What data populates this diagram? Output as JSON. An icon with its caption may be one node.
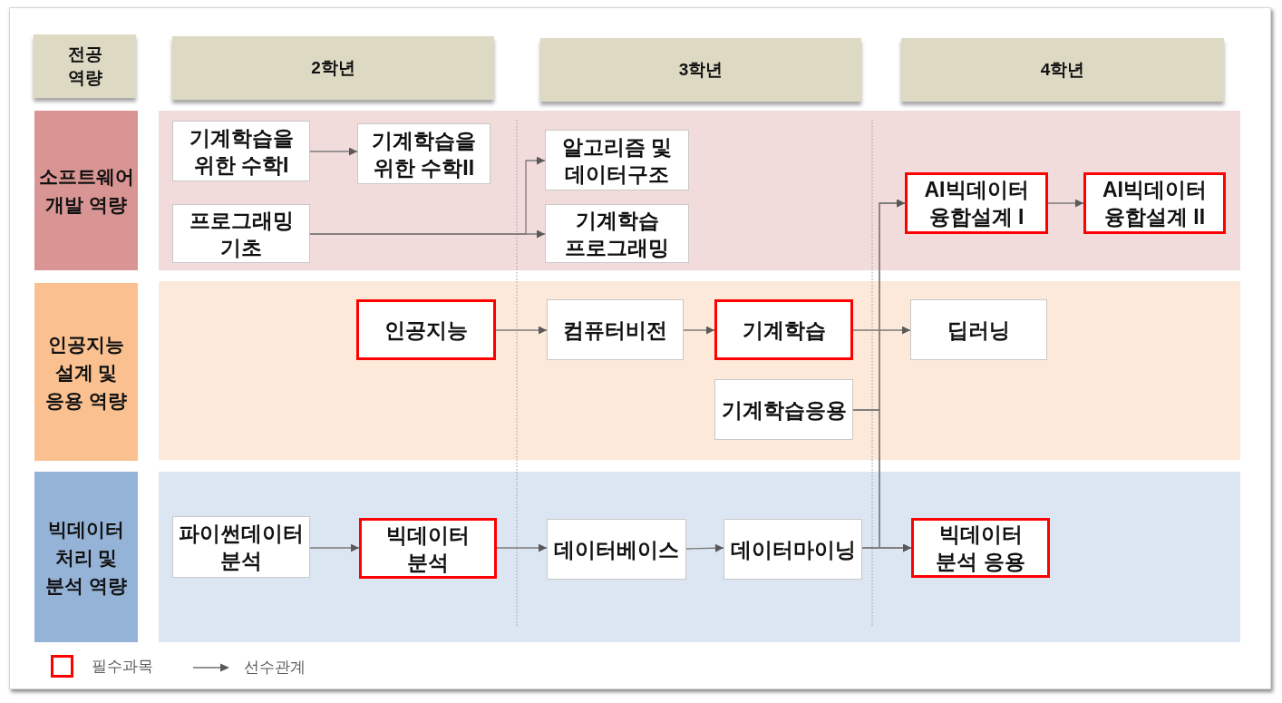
{
  "diagram": {
    "nodes": [
      {
        "text": [
          "전공 역량"
        ]
      },
      {
        "text": [
          "2학년"
        ]
      },
      {
        "text": [
          "3학년"
        ]
      },
      {
        "text": [
          "4학년"
        ]
      },
      {
        "text": [
          "소프트웨어 개발 역량"
        ]
      },
      {
        "text": [],
        "shape": "band"
      },
      {
        "text": [
          "기계학습을 위한 수학I"
        ],
        "in": 5
      },
      {
        "text": [
          "기계학습을 위한 수학II"
        ],
        "in": 5
      },
      {
        "text": [
          "알고리즘 및 데이터구조"
        ],
        "in": 5
      },
      {
        "text": [
          "프로그래밍 기초"
        ],
        "in": 5
      },
      {
        "text": [
          "기계학습 프로그래밍"
        ],
        "in": 5
      },
      {
        "text": [
          "AI빅데이터 융합설계 I"
        ],
        "in": 5
      },
      {
        "text": [
          "AI빅데이터 융합설계 II"
        ],
        "in": 5
      },
      {
        "text": [
          "인공지능 설계 및 응용 역량"
        ]
      },
      {
        "text": [],
        "shape": "band"
      },
      {
        "text": [
          "인공지능"
        ],
        "in": 14
      },
      {
        "text": [
          "컴퓨터비전"
        ],
        "in": 14
      },
      {
        "text": [
          "기계학습"
        ],
        "in": 14
      },
      {
        "text": [
          "딥러닝"
        ],
        "in": 14
      },
      {
        "text": [
          "기계학습응용"
        ],
        "in": 14
      },
      {
        "text": [
          "빅데이터 처리 및 분석 역량"
        ]
      },
      {
        "text": [],
        "shape": "band"
      },
      {
        "text": [
          "파이썬데이터 분석"
        ],
        "in": 21
      },
      {
        "text": [
          "빅데이터 분석"
        ],
        "in": 21
      },
      {
        "text": [
          "데이터베이스"
        ],
        "in": 21
      },
      {
        "text": [
          "데이터마이닝"
        ],
        "in": 21
      },
      {
        "text": [
          "빅데이터 분석 응용"
        ],
        "in": 21
      }
    ],
    "edges": [
      {
        "from": 6,
        "to": 7,
        "arrow": "to"
      },
      {
        "from": 9,
        "to": 8,
        "arrow": "to"
      },
      {
        "from": 9,
        "to": 10,
        "arrow": "to"
      },
      {
        "from": 15,
        "to": 16,
        "arrow": "to"
      },
      {
        "from": 16,
        "to": 17,
        "arrow": "to"
      },
      {
        "from": 17,
        "to": 18,
        "arrow": "to"
      },
      {
        "from": 19,
        "to": 11,
        "arrow": "to"
      },
      {
        "from": 19,
        "to": 26,
        "arrow": "to"
      },
      {
        "from": 25,
        "to": 11,
        "arrow": "to"
      },
      {
        "from": 25,
        "to": 26,
        "arrow": "to"
      },
      {
        "from": 11,
        "to": 12,
        "arrow": "to"
      },
      {
        "from": 22,
        "to": 23,
        "arrow": "to"
      },
      {
        "from": 23,
        "to": 24,
        "arrow": "to"
      },
      {
        "from": 24,
        "to": 25,
        "arrow": "to"
      }
    ],
    "legend": [
      {
        "text": "필수과목"
      },
      {
        "text": "선수관계"
      }
    ]
  }
}
